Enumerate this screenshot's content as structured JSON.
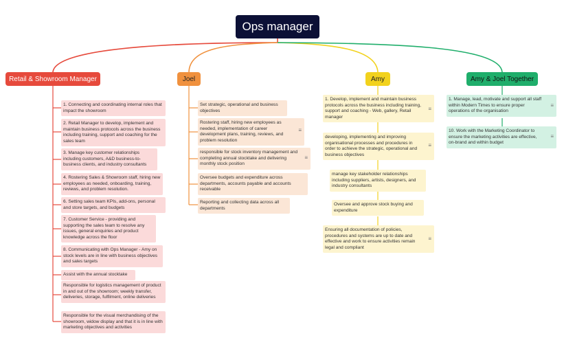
{
  "root": {
    "label": "Ops manager"
  },
  "branches": {
    "retail": {
      "label": "Retail & Showroom Manager",
      "color": "#e64a3c"
    },
    "joel": {
      "label": "Joel",
      "color": "#f0913e"
    },
    "amy": {
      "label": "Amy",
      "color": "#f2d21d"
    },
    "together": {
      "label": "Amy & Joel Together",
      "color": "#1fae6b"
    }
  },
  "retail_items": [
    "1. Connecting and coordinating internal roles that impact the showroom",
    "2. Retail Manager to develop, implement and maintain business protocols across the business including training, support and coaching for the sales team",
    "3. Manage key customer relationships including customers, A&D business-to-business clients, and industry consultants",
    "4. Rostering Sales & Showroom staff, hiring new employees as needed, onboarding, training, reviews, and problem resolution.",
    "6. Setting sales team KPIs, add-ons, personal and store targets, and budgets",
    "7. Customer Service - providing and supporting the sales team to resolve any issues, general enquiries and product knowledge across the floor",
    "8. Communicating with Ops Manager - Amy on stock levels are in line with business objectives and sales targets",
    "Assist with the annual stocktake",
    "Responsible for logistics management of product in and out of the showroom; weekly transfer, deliveries, storage, fulfilment, online deliveries",
    "Responsible for the visual merchandising of the showroom, widow display and that it is in line with marketing objectives and activities"
  ],
  "joel_items": [
    "Set strategic, operational and business objectives",
    "Rostering staff, hiring new employees as needed, implementation of career development plans, training, reviews, and problem resolution",
    "responsible for stock inventory management and completing annual stocktake and delivering monthly stock position",
    "Oversee budgets and expenditure across departments, accounts payable and accounts receivable",
    "Reporting and collecting data across all departments"
  ],
  "amy_items": [
    "1. Develop, implement and maintain business protocols across the business including training, support and coaching - Web, gallery, Retail manager",
    "developing, implementing and improving organisational processes and procedures in order to achieve the strategic, operational and business objectives",
    "manage key stakeholder relationships including suppliers, artists, designers, and industry consultants",
    "Oversee and approve stock buying and expenditure",
    "Ensuring all documentation of policies, procedures and systems are up to date and effective and work to ensure activities remain legal and compliant"
  ],
  "together_items": [
    "1. Manage, lead, motivate and support all staff within Modern Times to ensure proper operations of the organisation",
    "10. Work with the Marketing Coordinator to ensure the marketing activities are effective, on-brand and within budget"
  ],
  "note_icon": "notes-icon"
}
